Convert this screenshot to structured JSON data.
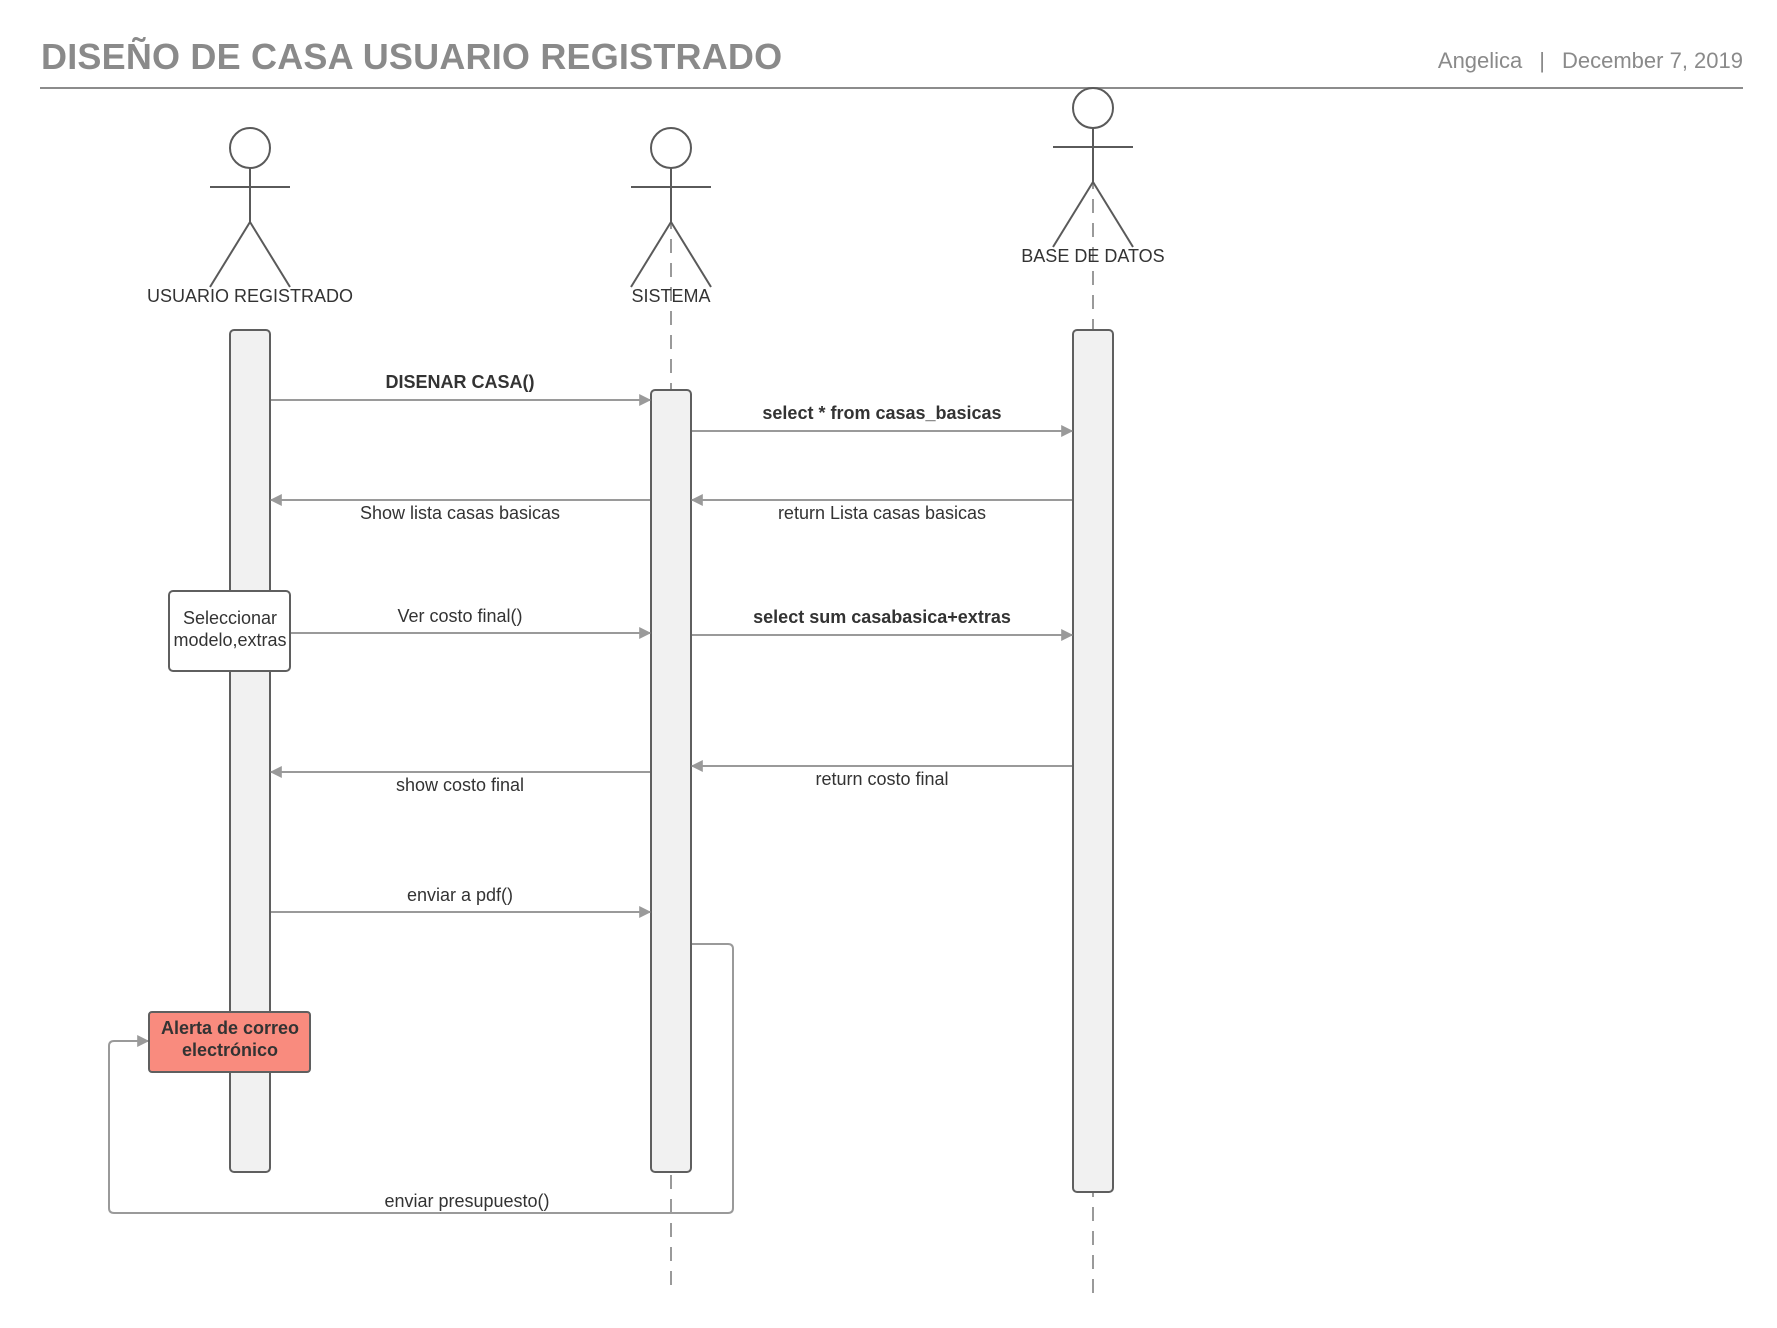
{
  "header": {
    "title": "DISEÑO DE CASA USUARIO REGISTRADO",
    "author": "Angelica",
    "separator": "|",
    "date": "December 7, 2019"
  },
  "actors": {
    "usuario": "USUARIO REGISTRADO",
    "sistema": "SISTEMA",
    "base_datos": "BASE DE DATOS"
  },
  "messages": {
    "disenar_casa": "DISENAR CASA()",
    "select_casas": "select  * from casas_basicas",
    "show_lista": "Show lista casas basicas",
    "return_lista": "return Lista casas basicas",
    "ver_costo": "Ver costo final()",
    "select_sum": "select sum casabasica+extras",
    "show_costo": "show costo final",
    "return_costo": "return costo final",
    "enviar_pdf": "enviar  a pdf()",
    "enviar_presupuesto": "enviar presupuesto()"
  },
  "notes": {
    "seleccionar_line1": "Seleccionar",
    "seleccionar_line2": "modelo,extras",
    "alerta_line1": "Alerta de correo",
    "alerta_line2": "electrónico"
  },
  "colors": {
    "line": "#9a9a9a",
    "actor": "#5a5a5a",
    "activation_fill": "#f1f1f1",
    "activation_stroke": "#5f5f5f",
    "alert_fill": "#f98b7e"
  }
}
